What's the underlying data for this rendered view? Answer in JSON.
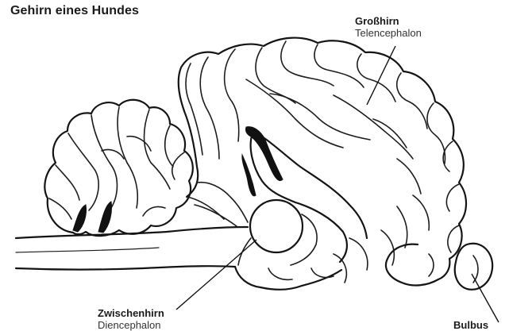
{
  "title": "Gehirn eines Hundes",
  "labels": {
    "grosshirn": {
      "name": "Großhirn",
      "latin": "Telencephalon"
    },
    "zwischenhirn": {
      "name": "Zwischenhirn",
      "latin": "Diencephalon"
    },
    "bulbus": {
      "name": "Bulbus"
    }
  }
}
